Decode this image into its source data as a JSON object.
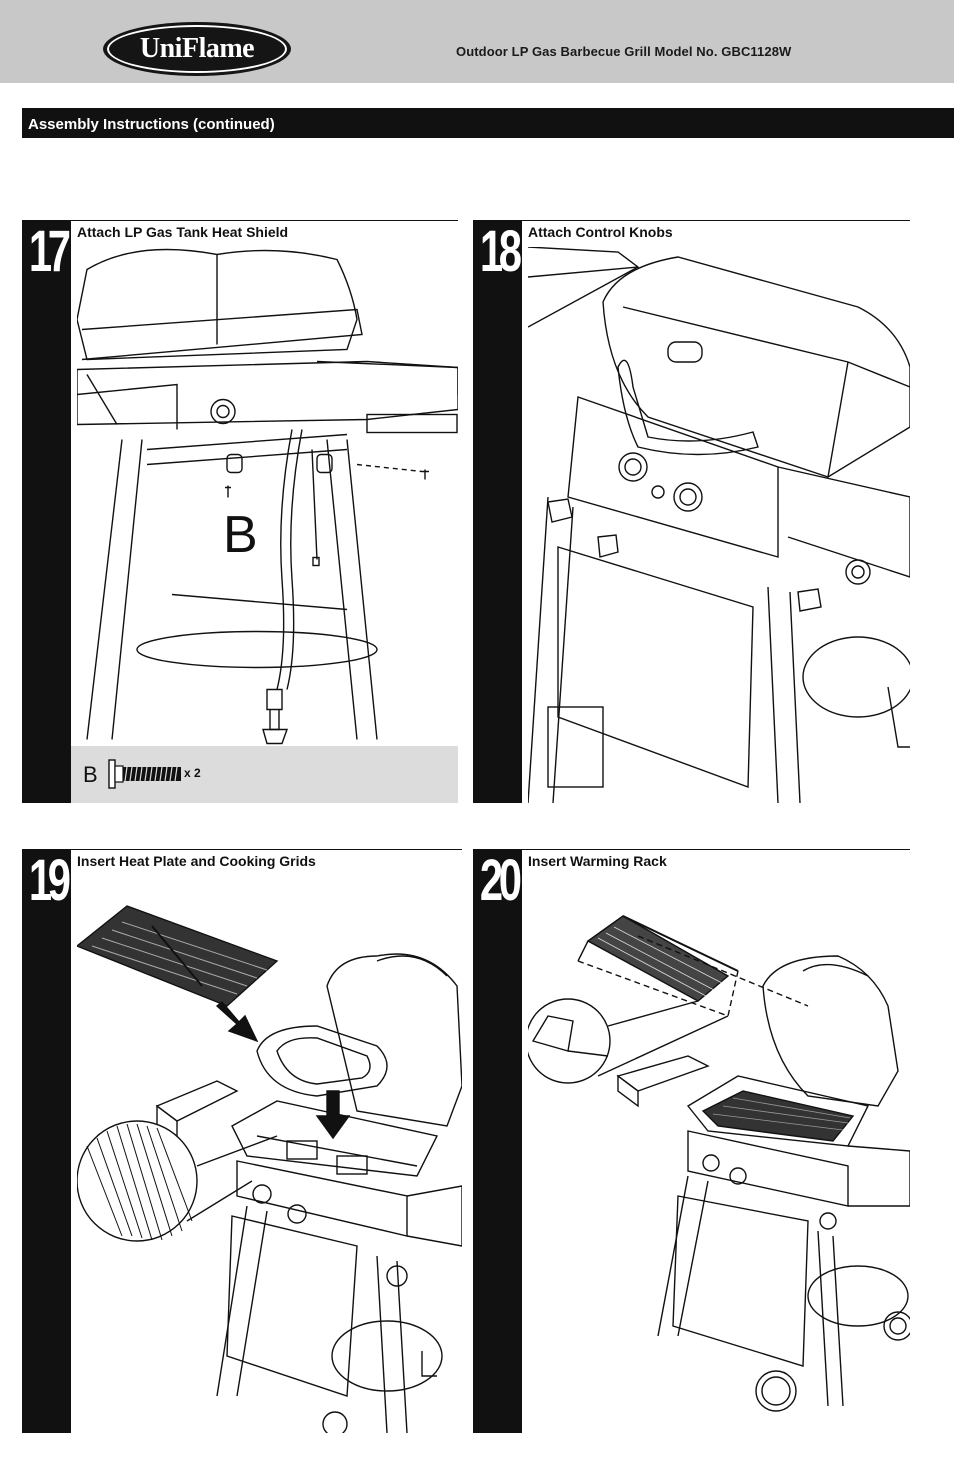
{
  "header": {
    "logo_text": "UniFlame",
    "doc_title": "Outdoor LP Gas Barbecue Grill  Model No. GBC1128W",
    "background_color": "#c8c8c8"
  },
  "section": {
    "title": "Assembly Instructions (continued)"
  },
  "steps": [
    {
      "number": "17",
      "title": "Attach LP Gas Tank Heat Shield",
      "callout": "B"
    },
    {
      "number": "18",
      "title": "Attach Control Knobs"
    },
    {
      "number": "19",
      "title": "Insert Heat Plate and Cooking Grids"
    },
    {
      "number": "20",
      "title": "Insert Warming Rack"
    }
  ],
  "parts": {
    "letter": "B",
    "quantity": "x 2",
    "icon": "bolt-icon"
  }
}
